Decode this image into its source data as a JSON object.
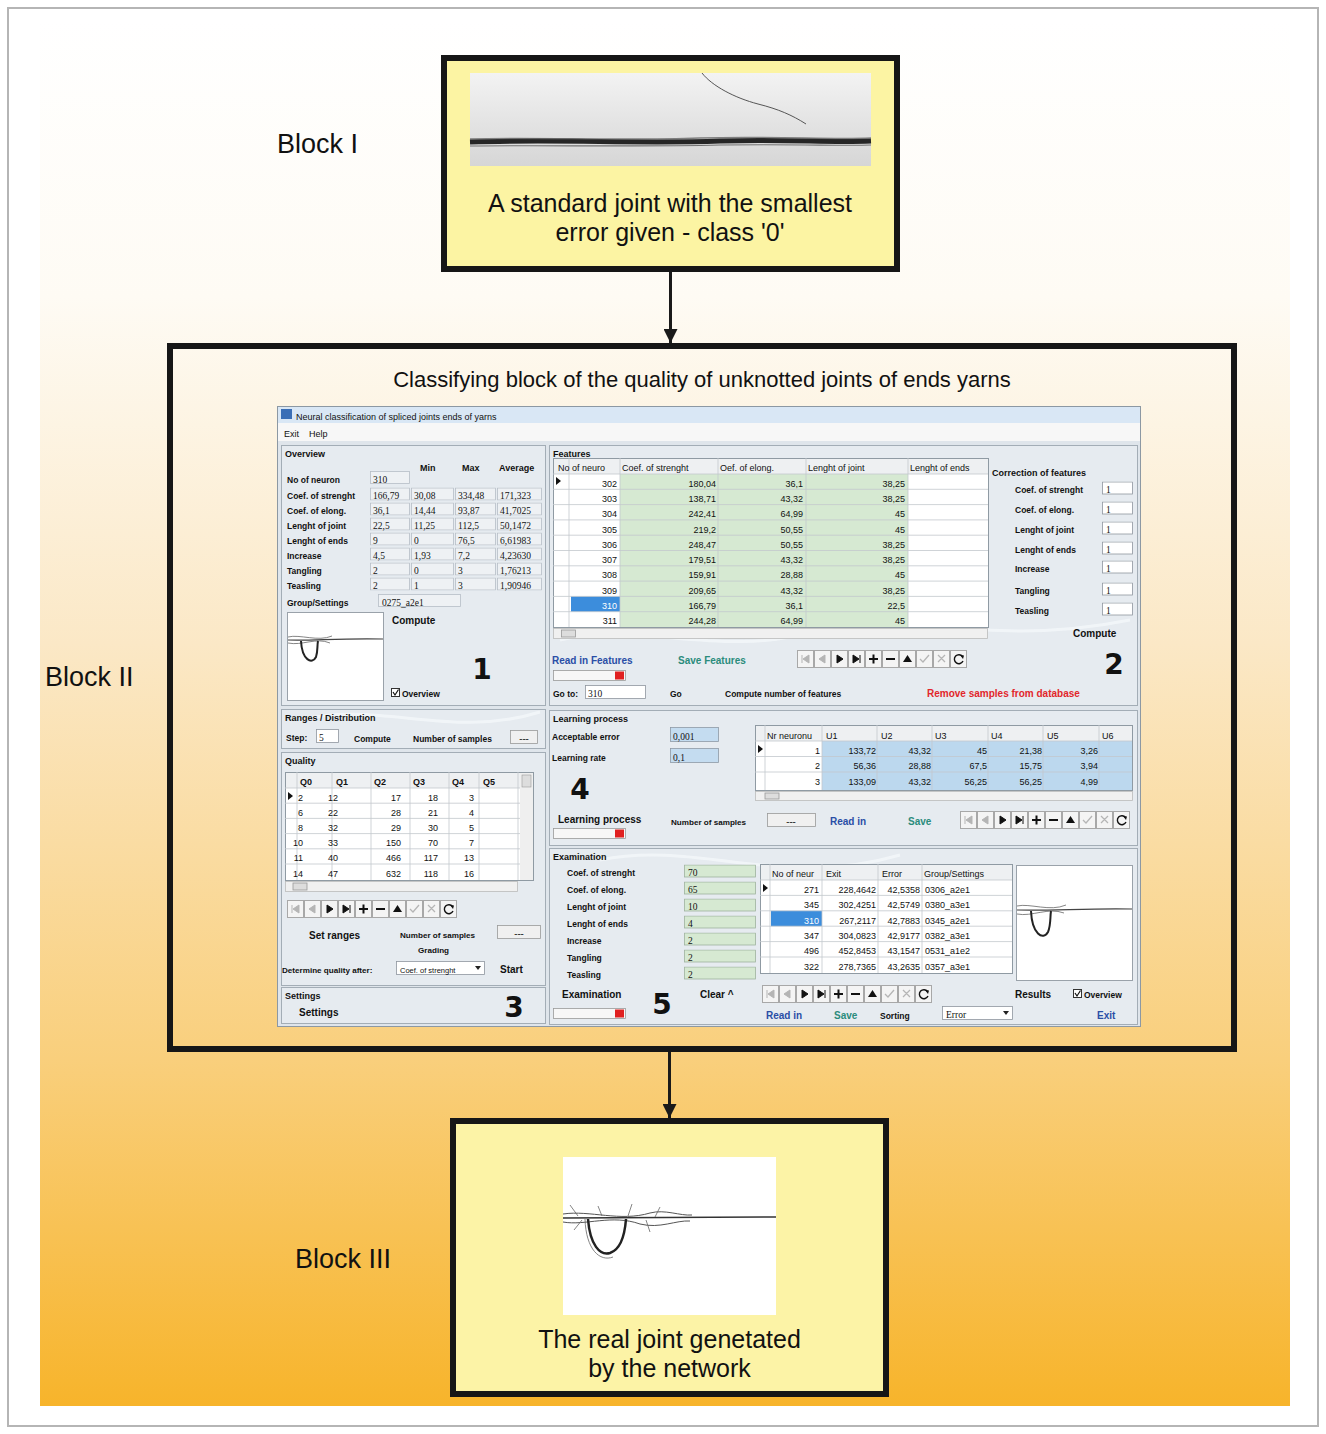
{
  "diagram": {
    "nodes": [
      {
        "text": [
          "Block I",
          "A standard joint with the smallest error given - class '0'"
        ]
      },
      {
        "text": [
          "Block II",
          "Classifying block of the quality of unknotted joints of ends yarns"
        ]
      },
      {
        "text": [
          "Neural classification of spliced joints ends of yarns"
        ],
        "in": 1
      },
      {
        "text": [
          "Overview"
        ],
        "in": 2
      },
      {
        "text": [
          "Features"
        ],
        "in": 2
      },
      {
        "text": [
          "Ranges / Distribution"
        ],
        "in": 2
      },
      {
        "text": [
          "Quality"
        ],
        "in": 2
      },
      {
        "text": [
          "Settings"
        ],
        "in": 2
      },
      {
        "text": [
          "Learning process"
        ],
        "in": 2
      },
      {
        "text": [
          "Examination"
        ],
        "in": 2
      },
      {
        "text": [
          "Block III",
          "The real joint genetated by the network"
        ]
      }
    ],
    "edges": [
      {
        "from": 0,
        "to": 1,
        "arrow": "to"
      },
      {
        "from": 1,
        "to": 10,
        "arrow": "to"
      }
    ],
    "labels": [
      "Exit",
      "Help",
      "Min",
      "Max",
      "Average",
      "No of neuron",
      "310",
      "Coef. of strenght",
      "166,79",
      "30,08",
      "334,48",
      "171,323",
      "Coef. of elong.",
      "36,1",
      "14,44",
      "93,87",
      "41,7025",
      "Lenght of joint",
      "22,5",
      "11,25",
      "112,5",
      "50,1472",
      "Lenght of ends",
      "9",
      "0",
      "76,5",
      "6,61983",
      "Increase",
      "4,5",
      "1,93",
      "7,2",
      "4,23630",
      "Tangling",
      "2",
      "0",
      "3",
      "1,76213",
      "Teasling",
      "2",
      "1",
      "3",
      "1,90946",
      "Group/Settings",
      "0275_a2e1",
      "Compute",
      "Overview",
      "1",
      "No of neuro",
      "Coef. of strenght",
      "Oef. of elong.",
      "Lenght of joint",
      "Lenght of ends",
      "302",
      "180,04",
      "36,1",
      "38,25",
      "303",
      "138,71",
      "43,32",
      "38,25",
      "304",
      "242,41",
      "64,99",
      "45",
      "305",
      "219,2",
      "50,55",
      "45",
      "306",
      "248,47",
      "50,55",
      "38,25",
      "307",
      "179,51",
      "43,32",
      "38,25",
      "308",
      "159,91",
      "28,88",
      "45",
      "309",
      "209,65",
      "43,32",
      "38,25",
      "310",
      "166,79",
      "36,1",
      "22,5",
      "311",
      "244,28",
      "64,99",
      "45",
      "Correction of features",
      "Coef. of strenght",
      "1",
      "Coef. of elong.",
      "1",
      "Lenght of joint",
      "1",
      "Lenght of ends",
      "1",
      "Increase",
      "1",
      "Tangling",
      "1",
      "Teasling",
      "1",
      "Compute",
      "Read in Features",
      "Save Features",
      "Go to:",
      "310",
      "Go",
      "Compute number of features",
      "Remove samples from database",
      "2",
      "Step:",
      "5",
      "Compute",
      "Number of samples",
      "---",
      "Q0",
      "Q1",
      "Q2",
      "Q3",
      "Q4",
      "Q5",
      "2",
      "12",
      "17",
      "18",
      "3",
      "6",
      "22",
      "28",
      "21",
      "4",
      "8",
      "32",
      "29",
      "30",
      "5",
      "10",
      "33",
      "150",
      "70",
      "7",
      "11",
      "40",
      "466",
      "117",
      "13",
      "14",
      "47",
      "632",
      "118",
      "16",
      "Set ranges",
      "Number of samples",
      "---",
      "Grading",
      "Determine quality after:",
      "Coef. of strenght",
      "Start",
      "Settings",
      "3",
      "Acceptable error",
      "0,001",
      "Learning rate",
      "0,1",
      "Nr neuronu",
      "U1",
      "U2",
      "U3",
      "U4",
      "U5",
      "U6",
      "1",
      "133,72",
      "43,32",
      "45",
      "21,38",
      "3,26",
      "2",
      "56,36",
      "28,88",
      "67,5",
      "15,75",
      "3,94",
      "3",
      "133,09",
      "43,32",
      "56,25",
      "56,25",
      "4,99",
      "4",
      "Learning process",
      "Number of samples",
      "---",
      "Read in",
      "Save",
      "Coef. of strenght",
      "70",
      "Coef. of elong.",
      "65",
      "Lenght of joint",
      "10",
      "Lenght of ends",
      "4",
      "Increase",
      "2",
      "Tangling",
      "2",
      "Teasling",
      "2",
      "No of neur",
      "Exit",
      "Error",
      "Group/Settings",
      "271",
      "228,4642",
      "42,5358",
      "0306_a2e1",
      "345",
      "302,4251",
      "42,5749",
      "0380_a3e1",
      "310",
      "267,2117",
      "42,7883",
      "0345_a2e1",
      "347",
      "304,0823",
      "42,9177",
      "0382_a3e1",
      "496",
      "452,8453",
      "43,1547",
      "0531_a1e2",
      "322",
      "278,7365",
      "43,2635",
      "0357_a3e1",
      "Examination",
      "5",
      "Clear ^",
      "Results",
      "Overview",
      "Read in",
      "Save",
      "Sorting",
      "Error",
      "Exit"
    ]
  }
}
